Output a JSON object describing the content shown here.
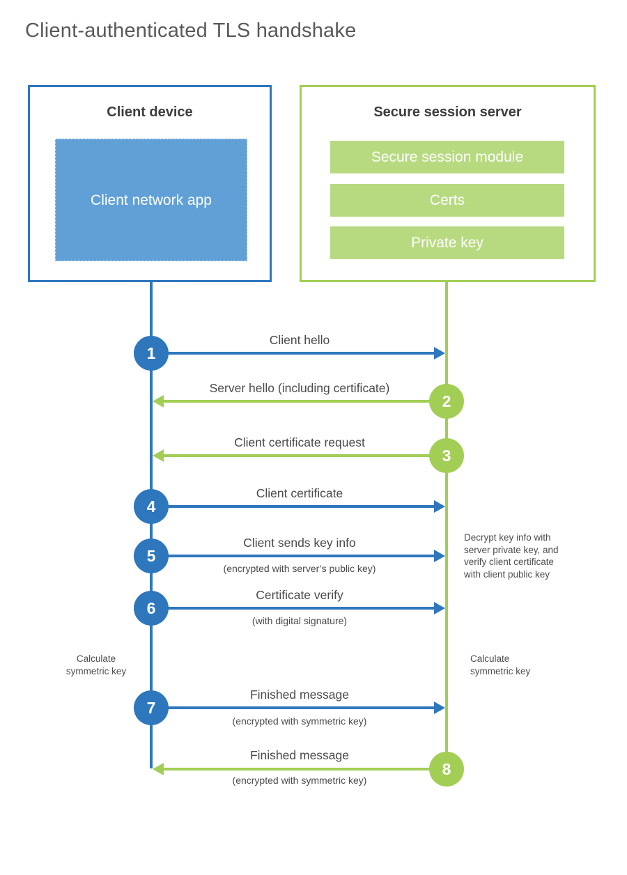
{
  "title": "Client-authenticated TLS handshake",
  "colors": {
    "blue": "#2e77bd",
    "blue_fill": "#60a0d6",
    "green": "#a3ce55",
    "green_fill": "#b7da81",
    "text": "#4a4a4a",
    "title_text": "#595959"
  },
  "client": {
    "title": "Client device",
    "app_label": "Client network app"
  },
  "server": {
    "title": "Secure session server",
    "modules": [
      "Secure session module",
      "Certs",
      "Private key"
    ]
  },
  "steps": [
    {
      "num": "1",
      "color": "blue",
      "direction": "right",
      "label": "Client hello",
      "sub": ""
    },
    {
      "num": "2",
      "color": "green",
      "direction": "left",
      "label": "Server hello (including certificate)",
      "sub": ""
    },
    {
      "num": "3",
      "color": "green",
      "direction": "left",
      "label": "Client certificate request",
      "sub": ""
    },
    {
      "num": "4",
      "color": "blue",
      "direction": "right",
      "label": "Client certificate",
      "sub": ""
    },
    {
      "num": "5",
      "color": "blue",
      "direction": "right",
      "label": "Client sends key info",
      "sub": "(encrypted with server’s public key)"
    },
    {
      "num": "6",
      "color": "blue",
      "direction": "right",
      "label": "Certificate verify",
      "sub": "(with digital signature)"
    },
    {
      "num": "7",
      "color": "blue",
      "direction": "right",
      "label": "Finished message",
      "sub": "(encrypted with symmetric key)"
    },
    {
      "num": "8",
      "color": "green",
      "direction": "left",
      "label": "Finished message",
      "sub": "(encrypted with symmetric key)"
    }
  ],
  "notes": {
    "decrypt": "Decrypt key info with\nserver private key, and\nverify client certificate\nwith client public key",
    "calc_left": "Calculate\nsymmetric key",
    "calc_right": "Calculate\nsymmetric key"
  }
}
